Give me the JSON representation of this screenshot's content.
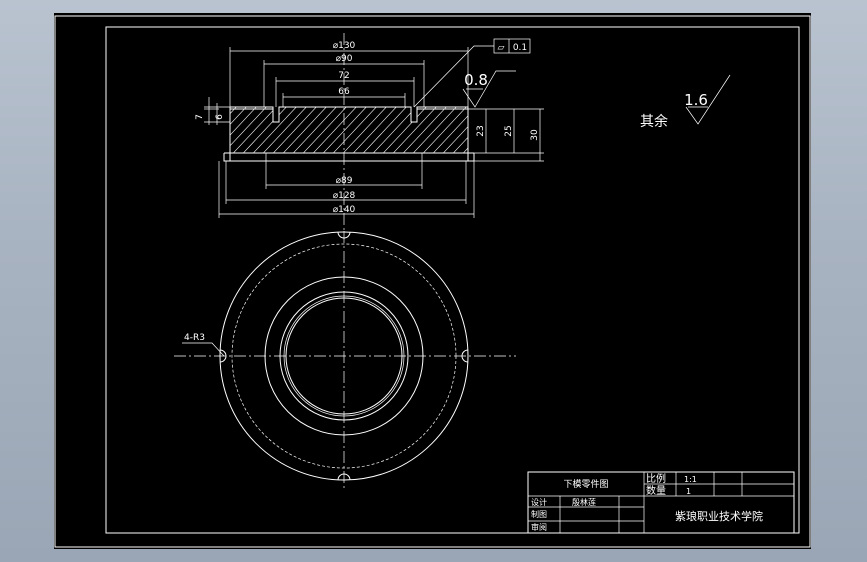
{
  "drawing": {
    "dims": {
      "d130": "⌀130",
      "d90": "⌀90",
      "d72": "72",
      "d66": "66",
      "d89": "⌀89",
      "d128": "⌀128",
      "d140": "⌀140",
      "h7": "7",
      "h6": "6",
      "h23": "23",
      "h25": "25",
      "h30": "30",
      "r3": "4-R3"
    },
    "tolerance": {
      "symbol": "▱",
      "value": "0.1"
    },
    "roughness": {
      "main": "0.8",
      "rest_label": "其余",
      "rest_value": "1.6"
    }
  },
  "title_block": {
    "part_name": "下模零件图",
    "scale_label": "比例",
    "scale_value": "1:1",
    "qty_label": "数量",
    "qty_value": "1",
    "designer_label": "设计",
    "designer_name": "殷林莲",
    "drawn_label": "制图",
    "review_label": "审阅",
    "school": "紫琅职业技术学院"
  }
}
